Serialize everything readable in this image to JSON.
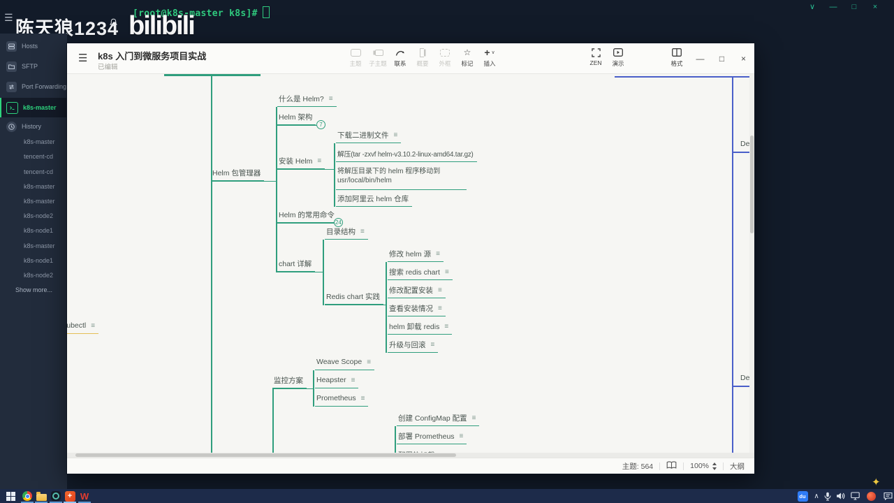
{
  "icons": {
    "notes": "≡",
    "hamburger": "☰",
    "star_marker": "☆",
    "insert_plus": "+",
    "insert_caret": "∨",
    "term_chevron": "∨",
    "term_min": "—",
    "term_max": "□",
    "term_close": "×",
    "win_min": "—",
    "win_max": "□",
    "win_close": "×",
    "tray_chevron": "∧",
    "sparkle": "✦"
  },
  "desktop": {
    "watermark_username": "陈天狼1234",
    "watermark_logo": "bilibili",
    "terminal_prompt": "[root@k8s-master k8s]#"
  },
  "sidebar": {
    "items": [
      {
        "label": "Hosts"
      },
      {
        "label": "SFTP"
      },
      {
        "label": "Port Forwarding"
      },
      {
        "label": "k8s-master"
      },
      {
        "label": "History"
      }
    ],
    "history": [
      "k8s-master",
      "tencent-cd",
      "tencent-cd",
      "k8s-master",
      "k8s-master",
      "k8s-node2",
      "k8s-node1",
      "k8s-master",
      "k8s-node1",
      "k8s-node2"
    ],
    "show_more": "Show more..."
  },
  "window": {
    "title": "k8s 入门到微服务项目实战",
    "subtitle": "已编辑",
    "toolbar": [
      {
        "label": "主题"
      },
      {
        "label": "子主题"
      },
      {
        "label": "联系"
      },
      {
        "label": "概要"
      },
      {
        "label": "外框"
      },
      {
        "label": "标记"
      },
      {
        "label": "插入"
      }
    ],
    "tools_right": [
      {
        "label": "ZEN"
      },
      {
        "label": "演示"
      }
    ],
    "format_label": "格式",
    "statusbar": {
      "topics": "主题: 564",
      "zoom": "100%",
      "outline": "大纲"
    }
  },
  "mindmap": {
    "accent_green": "#2f9e7d",
    "accent_blue": "#4a5fc9",
    "highlight_yellow": "#e5bf55",
    "nodes": {
      "helm_manager": "Helm 包管理器",
      "what_is_helm": "什么是 Helm?",
      "helm_arch": "Helm 架构",
      "helm_arch_badge": "7",
      "install_helm": "安装 Helm",
      "download_binary": "下载二进制文件",
      "extract": "解压(tar -zxvf helm-v3.10.2-linux-amd64.tar.gz)",
      "move_helm": "将解压目录下的 helm 程序移动到 usr/local/bin/helm",
      "add_aliyun": "添加阿里云 helm 仓库",
      "common_commands": "Helm 的常用命令",
      "common_commands_badge": "24",
      "chart_detail": "chart 详解",
      "dir_structure": "目录结构",
      "redis_chart": "Redis chart 实践",
      "modify_helm_source": "修改 helm 源",
      "search_redis_chart": "搜索 redis chart",
      "modify_config_install": "修改配置安装",
      "check_install": "查看安装情况",
      "helm_uninstall_redis": "helm 卸载 redis",
      "upgrade_rollback": "升级与回滚",
      "kubectl": "kubectl",
      "monitoring": "监控方案",
      "weave_scope": "Weave Scope",
      "heapster": "Heapster",
      "prometheus": "Prometheus",
      "create_configmap": "创建 ConfigMap 配置",
      "deploy_prometheus": "部署 Prometheus",
      "clipped_bottom": "配置热加载",
      "dev_right_top": "Dev",
      "dev_right_bottom": "Dev"
    }
  },
  "taskbar": {
    "wps_label": "W",
    "du_label": "du"
  }
}
